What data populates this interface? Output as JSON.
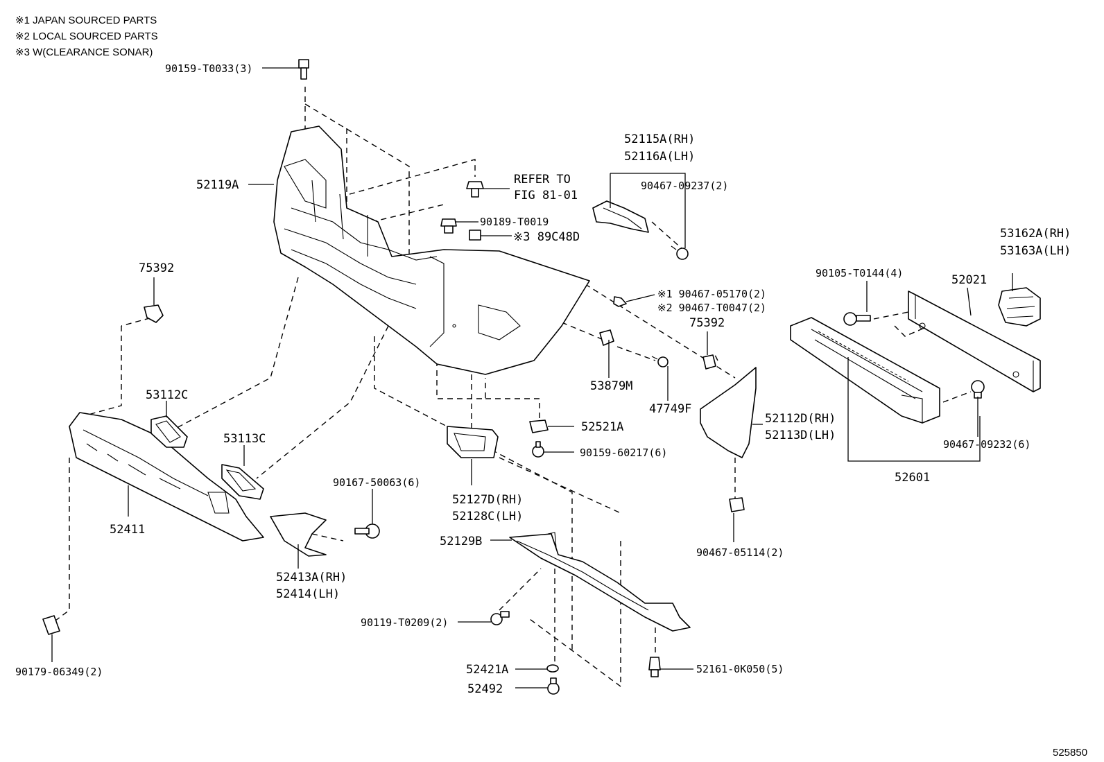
{
  "notes": [
    "※1 JAPAN SOURCED PARTS",
    "※2 LOCAL SOURCED PARTS",
    "※3 W(CLEARANCE SONAR)"
  ],
  "labels": {
    "l1": "90159-T0033(3)",
    "l2": "52119A",
    "l3": "REFER TO",
    "l4": "FIG 81-01",
    "l5": "90189-T0019",
    "l6": "※3 89C48D",
    "l7": "52115A(RH)",
    "l8": "52116A(LH)",
    "l9": "90467-09237(2)",
    "l10": "53162A(RH)",
    "l11": "53163A(LH)",
    "l12": "75392",
    "l13": "※1 90467-05170(2)",
    "l14": "※2 90467-T0047(2)",
    "l15": "75392",
    "l16": "90105-T0144(4)",
    "l17": "52021",
    "l18": "53879M",
    "l19": "47749F",
    "l20": "53112C",
    "l21": "52521A",
    "l22": "90159-60217(6)",
    "l23": "52112D(RH)",
    "l24": "52113D(LH)",
    "l25": "90467-09232(6)",
    "l26": "53113C",
    "l27": "52601",
    "l28": "90167-50063(6)",
    "l29": "52127D(RH)",
    "l30": "52128C(LH)",
    "l31": "52411",
    "l32": "52129B",
    "l33": "52413A(RH)",
    "l34": "52414(LH)",
    "l35": "90467-05114(2)",
    "l36": "90119-T0209(2)",
    "l37": "52421A",
    "l38": "52161-0K050(5)",
    "l39": "52492",
    "l40": "90179-06349(2)"
  },
  "figure_number": "525850"
}
